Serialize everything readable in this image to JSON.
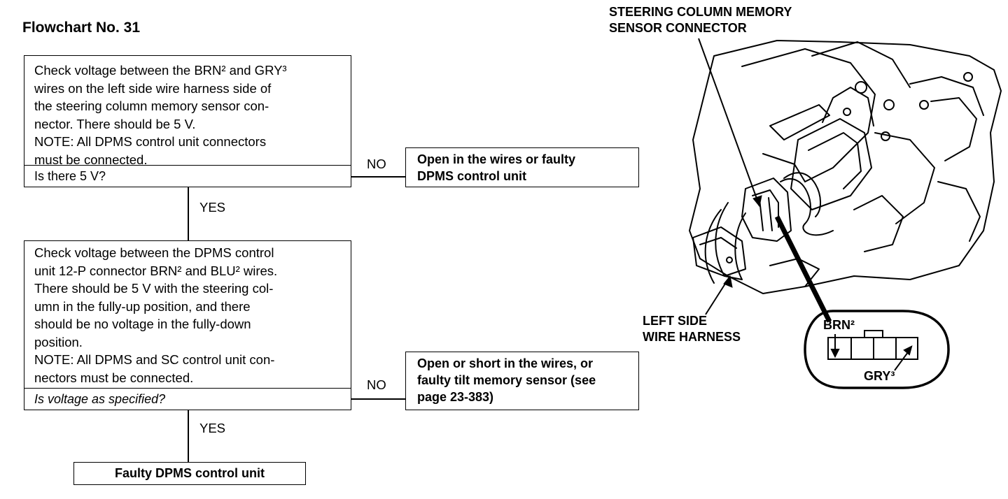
{
  "flowchart": {
    "title": "Flowchart No. 31",
    "step1": {
      "lines": [
        "Check voltage between the BRN² and GRY³",
        "wires on the left side wire harness side of",
        "the steering column memory sensor con-",
        "nector. There should be 5 V.",
        "NOTE: All DPMS control unit connectors",
        "must be connected."
      ],
      "question": "Is there 5 V?"
    },
    "branch1_no": "NO",
    "result1": {
      "lines": [
        "Open in the wires or faulty",
        "DPMS control unit"
      ]
    },
    "branch1_yes": "YES",
    "step2": {
      "lines": [
        "Check voltage between the DPMS control",
        "unit 12-P connector BRN² and BLU² wires.",
        "There should be 5 V with the steering col-",
        "umn in the fully-up position, and there",
        "should be no voltage in the fully-down",
        "position.",
        "NOTE: All DPMS and SC control unit con-",
        "nectors must be connected."
      ],
      "question": "Is voltage as specified?"
    },
    "branch2_no": "NO",
    "result2": {
      "lines": [
        "Open or short in the wires, or",
        "faulty tilt memory sensor (see",
        "page 23-383)"
      ]
    },
    "branch2_yes": "YES",
    "result3": "Faulty DPMS control unit"
  },
  "illustration": {
    "connector_label": [
      "STEERING COLUMN MEMORY",
      "SENSOR CONNECTOR"
    ],
    "harness_label": [
      "LEFT SIDE",
      "WIRE HARNESS"
    ],
    "pin_brn": "BRN²",
    "pin_gry": "GRY³"
  }
}
